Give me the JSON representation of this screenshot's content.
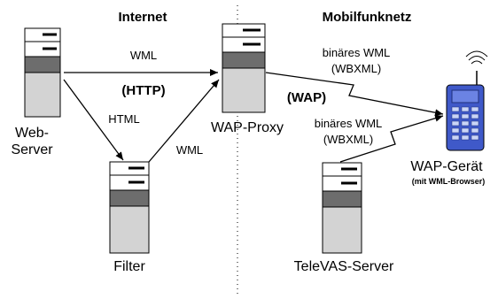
{
  "sections": {
    "internet": "Internet",
    "mobile": "Mobilfunknetz"
  },
  "nodes": {
    "web_server_line1": "Web-",
    "web_server_line2": "Server",
    "wap_proxy": "WAP-Proxy",
    "filter": "Filter",
    "televas_server": "TeleVAS-Server",
    "wap_device": "WAP-Gerät",
    "wap_device_sub": "(mit WML-Browser)"
  },
  "edges": {
    "web_to_proxy": "WML",
    "http": "(HTTP)",
    "web_to_filter": "HTML",
    "filter_to_proxy": "WML",
    "wap": "(WAP)",
    "proxy_to_device_line1": "binäres WML",
    "proxy_to_device_line2": "(WBXML)",
    "televas_to_device_line1": "binäres WML",
    "televas_to_device_line2": "(WBXML)"
  },
  "colors": {
    "server_body": "#d3d3d3",
    "server_band": "#6d6d6d",
    "server_panel": "#ffffff",
    "device_body": "#3f59c9",
    "device_screen": "#6b83e3",
    "device_key": "#c9d4f7",
    "line": "#000000"
  }
}
